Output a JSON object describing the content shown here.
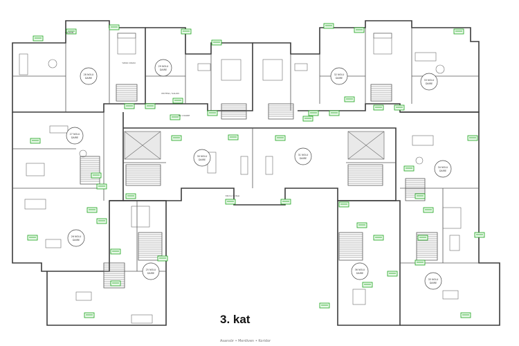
{
  "floor_label": "3. kat",
  "caption": "Asansör • Merdiven • Koridor",
  "colors": {
    "wall": "#3a3a3a",
    "tag_stroke": "#1aa31a",
    "tag_fill": "#e8f8e8"
  },
  "units": [
    {
      "label": "28 NOLU DAIRE"
    },
    {
      "label": "29 NOLU DAIRE"
    },
    {
      "label": "32 NOLU DAIRE"
    },
    {
      "label": "33 NOLU DAIRE"
    },
    {
      "label": "27 NOLU DAIRE"
    },
    {
      "label": "30 NOLU DAIRE"
    },
    {
      "label": "31 NOLU DAIRE"
    },
    {
      "label": "34 NOLU DAIRE"
    },
    {
      "label": "26 NOLU DAIRE"
    },
    {
      "label": "25 NOLU DAIRE"
    },
    {
      "label": "36 NOLU DAIRE"
    },
    {
      "label": "35 NOLU DAIRE"
    }
  ],
  "rooms": [
    {
      "label": "YATAK ODASI"
    },
    {
      "label": "MUTFAK / SALON"
    },
    {
      "label": "BALKON"
    },
    {
      "label": "4+1 DAIRE"
    },
    {
      "label": "Kliima Ünitesi"
    }
  ]
}
